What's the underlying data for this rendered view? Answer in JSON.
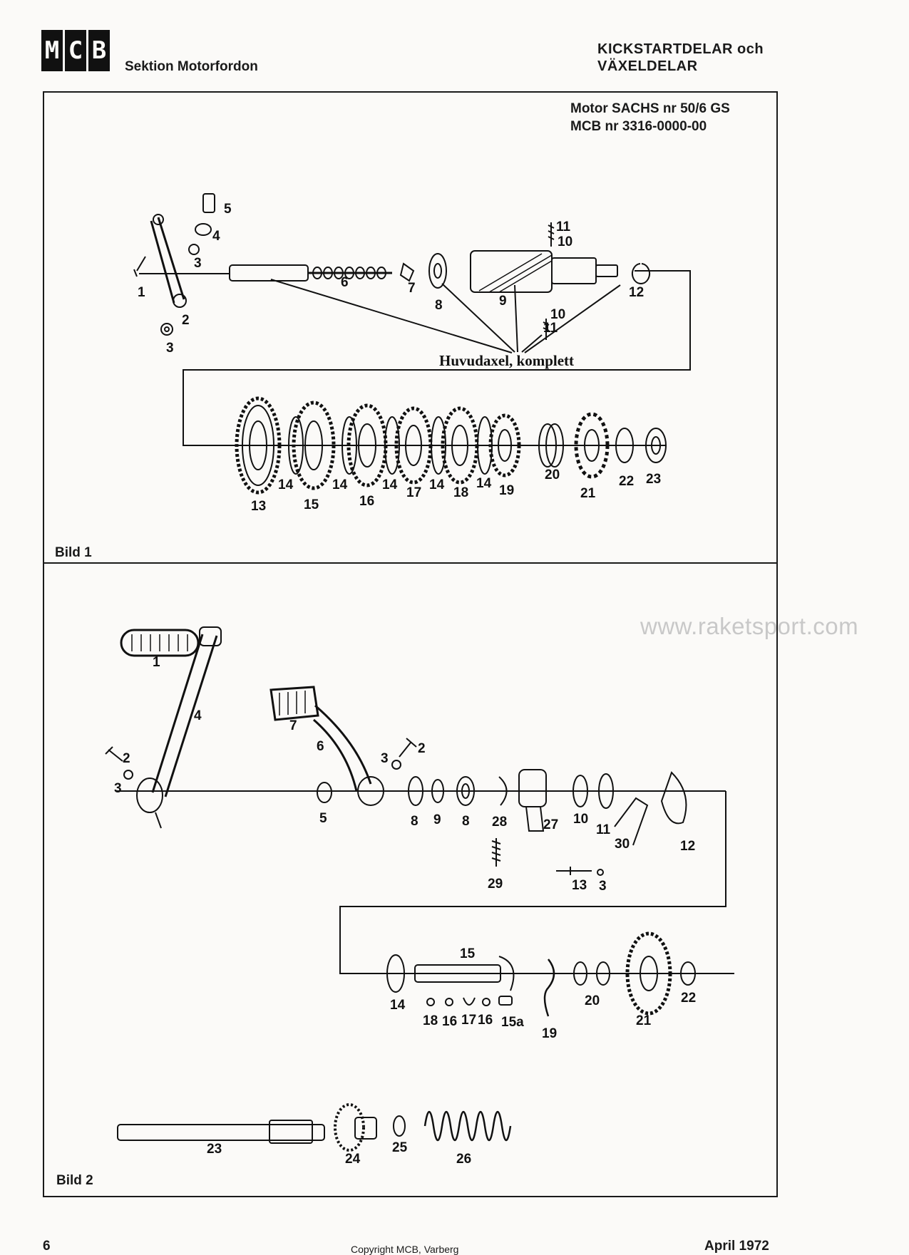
{
  "header": {
    "logo_letters": [
      "M",
      "C",
      "B"
    ],
    "section": "Sektion Motorfordon",
    "title_line1": "KICKSTARTDELAR och",
    "title_line2": "VÄXELDELAR"
  },
  "motor_info": {
    "line1": "Motor SACHS nr 50/6 GS",
    "line2": "MCB nr 3316-0000-00"
  },
  "figure1": {
    "label": "Bild 1",
    "assembly_label": "Huvudaxel, komplett",
    "part_numbers": [
      "1",
      "2",
      "3",
      "3",
      "4",
      "5",
      "6",
      "7",
      "8",
      "9",
      "10",
      "11",
      "10",
      "11",
      "12",
      "13",
      "14",
      "15",
      "14",
      "16",
      "14",
      "17",
      "14",
      "18",
      "14",
      "19",
      "20",
      "21",
      "22",
      "23"
    ]
  },
  "figure2": {
    "label": "Bild 2",
    "part_numbers": [
      "1",
      "2",
      "3",
      "4",
      "7",
      "6",
      "3",
      "2",
      "5",
      "8",
      "9",
      "8",
      "28",
      "27",
      "10",
      "11",
      "12",
      "30",
      "29",
      "13",
      "3",
      "15",
      "14",
      "18",
      "16",
      "17",
      "16",
      "15a",
      "19",
      "20",
      "21",
      "22",
      "23",
      "24",
      "25",
      "26"
    ]
  },
  "watermark": "www.raketsport.com",
  "footer": {
    "page_number": "6",
    "copyright": "Copyright MCB, Varberg",
    "date": "April 1972"
  }
}
